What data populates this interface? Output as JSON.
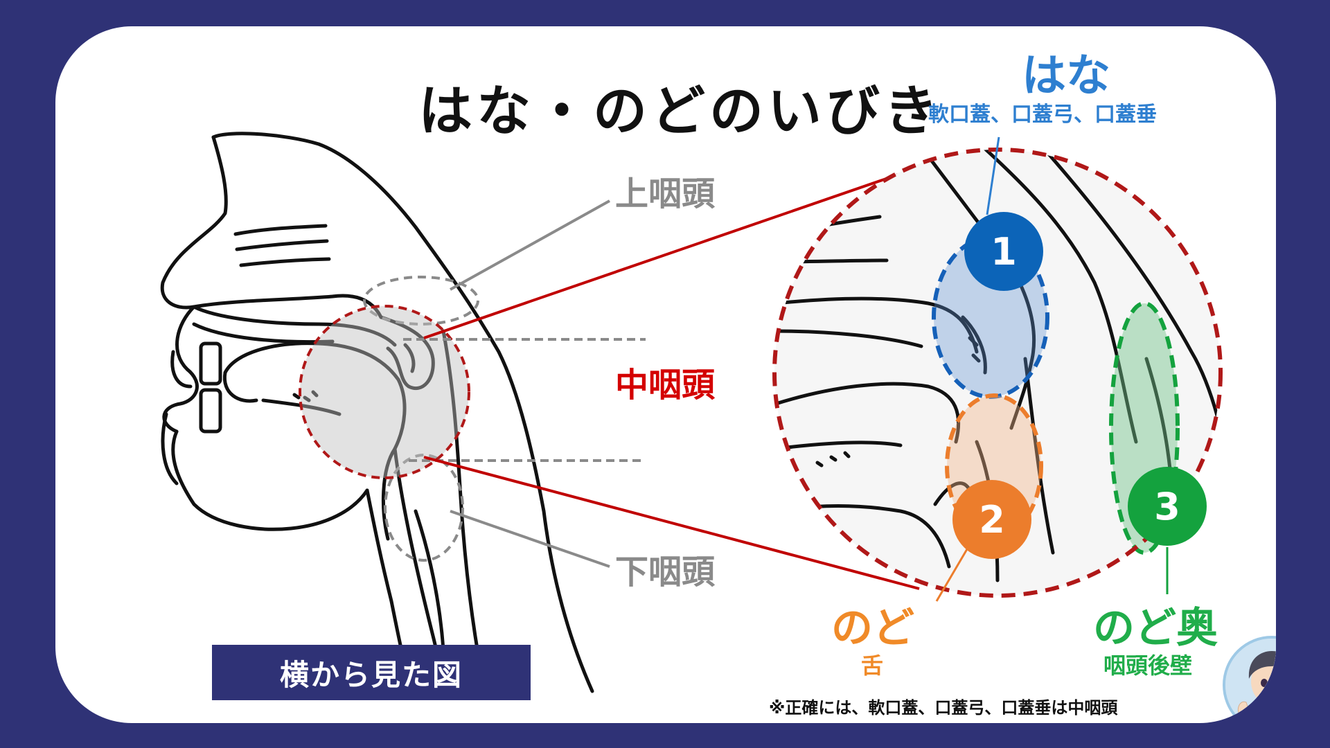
{
  "title": "はな・のどのいびき",
  "labels": {
    "upper_pharynx": "上咽頭",
    "middle_pharynx": "中咽頭",
    "lower_pharynx": "下咽頭"
  },
  "regions": [
    {
      "number": "1",
      "name": "はな",
      "detail": "軟口蓋、口蓋弓、口蓋垂",
      "color": "#0c64b8"
    },
    {
      "number": "2",
      "name": "のど",
      "detail": "舌",
      "color": "#ec7d2c"
    },
    {
      "number": "3",
      "name": "のど奥",
      "detail": "咽頭後壁",
      "color": "#14a23e"
    }
  ],
  "side_view_label": "横から見た図",
  "note": "※正確には、軟口蓋、口蓋弓、口蓋垂は中咽頭",
  "colors": {
    "background": "#2f3276",
    "middle_pharynx": "#d40000",
    "guide_gray": "#8a8a8a"
  }
}
